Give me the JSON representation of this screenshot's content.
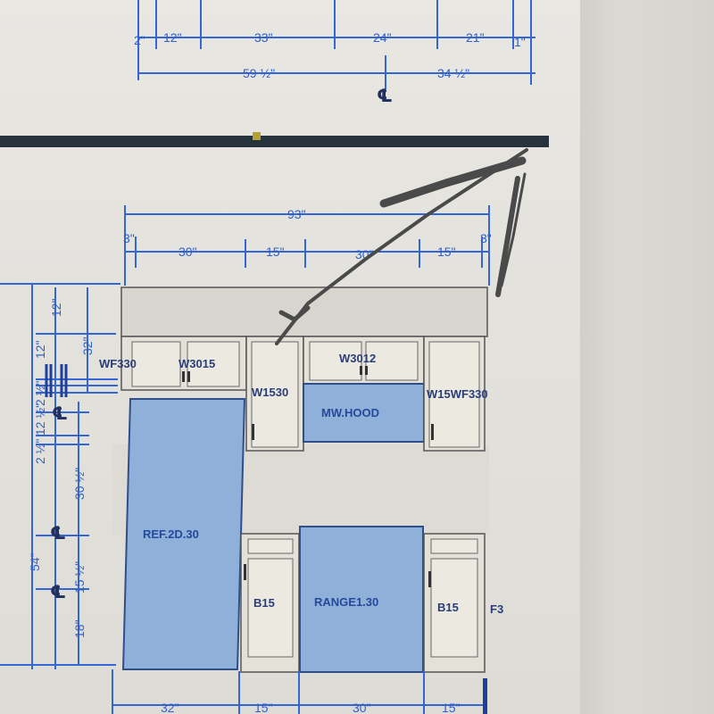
{
  "colors": {
    "dimension_blue": "#3566d6",
    "cabinet_fill": "#e4e1d8",
    "appliance_fill": "#8fb0d8",
    "pencil": "#4a4a4a",
    "wall_line": "#26323c"
  },
  "top_dimensions": {
    "row1": [
      "2\"",
      "12\"",
      "33\"",
      "24\"",
      "21\"",
      "1\""
    ],
    "row2": [
      "59 ½\"",
      "34 ½\""
    ],
    "center_mark": "℄"
  },
  "elevation_dimensions": {
    "overall": "93\"",
    "segments": [
      "3\"",
      "30\"",
      "15\"",
      "30\"",
      "15\"",
      "3\""
    ]
  },
  "left_dimensions": {
    "upper": [
      "12\"",
      "32\"",
      "12\"",
      "2 ½\"",
      "12 ½\""
    ],
    "lower": [
      "2 ½\"",
      "30 ½\"",
      "15 ½\"",
      "18\"",
      "54\""
    ],
    "outlet_mark": "℄"
  },
  "bottom_dimensions": [
    "32\"",
    "15\"",
    "30\"",
    "15\""
  ],
  "labels": {
    "wf330_left": "WF330",
    "w3015": "W3015",
    "w1530": "W1530",
    "w3012": "W3012",
    "w15_wf330": "W15WF330",
    "mw_hood": "MW.HOOD",
    "ref": "REF.2D.30",
    "b15_left": "B15",
    "range": "RANGE1.30",
    "b15_right": "B15",
    "f3": "F3"
  }
}
